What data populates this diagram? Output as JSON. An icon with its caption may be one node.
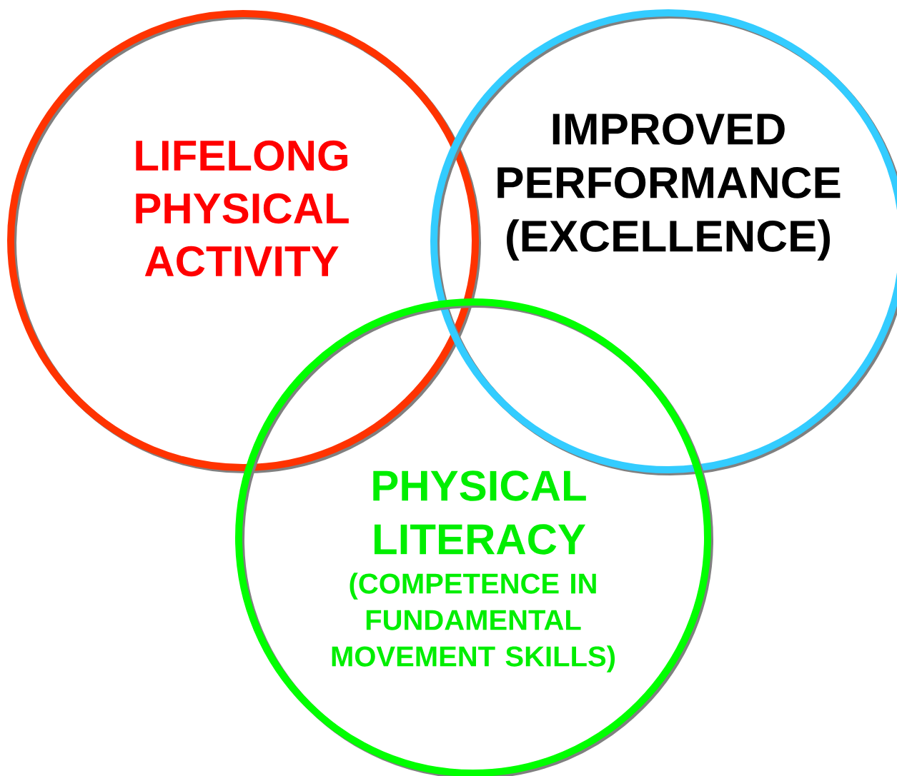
{
  "diagram": {
    "nodes": [
      {
        "text": [
          "LIFELONG PHYSICAL ACTIVITY"
        ]
      },
      {
        "text": [
          "IMPROVED PERFORMANCE (EXCELLENCE)"
        ]
      },
      {
        "text": [
          "PHYSICAL LITERACY",
          "(COMPETENCE IN FUNDAMENTAL MOVEMENT SKILLS)"
        ]
      }
    ]
  }
}
